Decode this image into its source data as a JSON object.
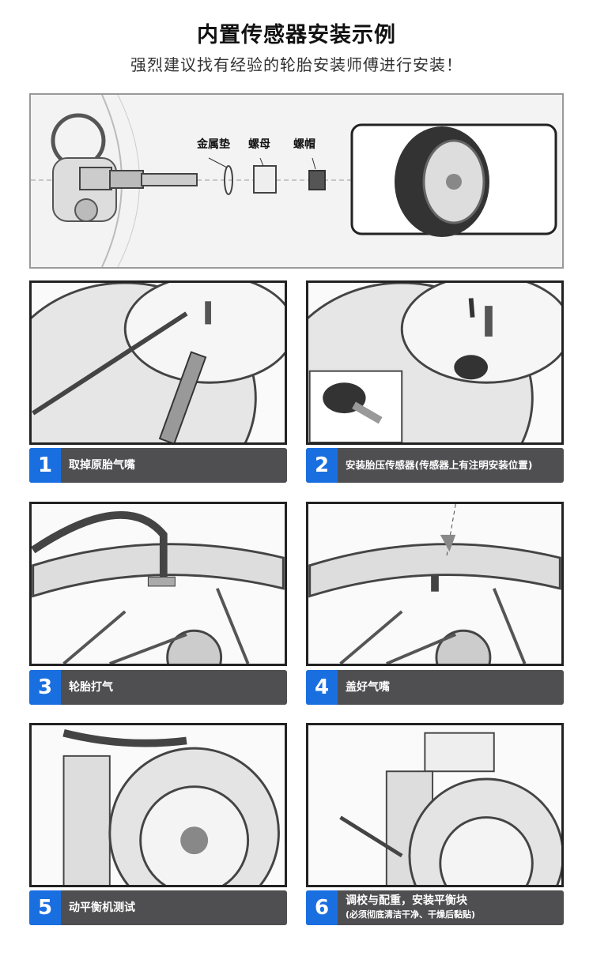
{
  "header": {
    "title": "内置传感器安装示例",
    "subtitle": "强烈建议找有经验的轮胎安装师傅进行安装！"
  },
  "parts": {
    "washer": "金属垫",
    "nut": "螺母",
    "cap": "螺帽"
  },
  "steps": [
    {
      "num": "1",
      "label": "取掉原胎气嘴"
    },
    {
      "num": "2",
      "label": "安装胎压传感器(传感器上有注明安装位置)"
    },
    {
      "num": "3",
      "label": "轮胎打气"
    },
    {
      "num": "4",
      "label": "盖好气嘴"
    },
    {
      "num": "5",
      "label": "动平衡机测试"
    },
    {
      "num": "6",
      "label": "调校与配重，安装平衡块",
      "note": "(必须彻底清洁干净、干燥后黏贴)"
    }
  ],
  "colors": {
    "accent": "#1a6fe0",
    "bar": "#4f4f51"
  }
}
